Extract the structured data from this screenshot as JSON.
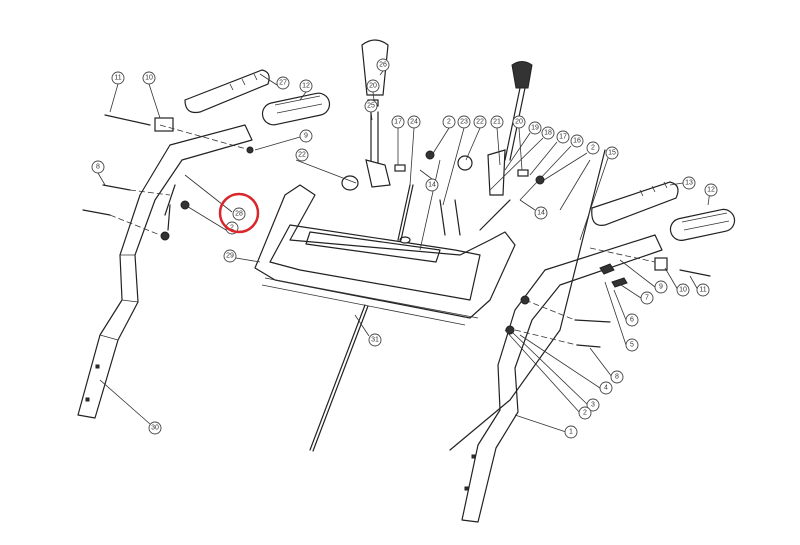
{
  "diagram": {
    "title": "Handle and control panel assembly exploded view",
    "highlight_color": "#d9262b",
    "highlighted_part": "28",
    "callouts": [
      "11",
      "10",
      "27",
      "12",
      "9",
      "22",
      "8",
      "28",
      "2",
      "29",
      "26",
      "20",
      "25",
      "17",
      "24",
      "2",
      "23",
      "22",
      "21",
      "20",
      "19",
      "18",
      "17",
      "16",
      "2",
      "15",
      "14",
      "14",
      "13",
      "12",
      "9",
      "10",
      "11",
      "7",
      "6",
      "5",
      "8",
      "4",
      "3",
      "2",
      "1",
      "30",
      "31"
    ]
  }
}
